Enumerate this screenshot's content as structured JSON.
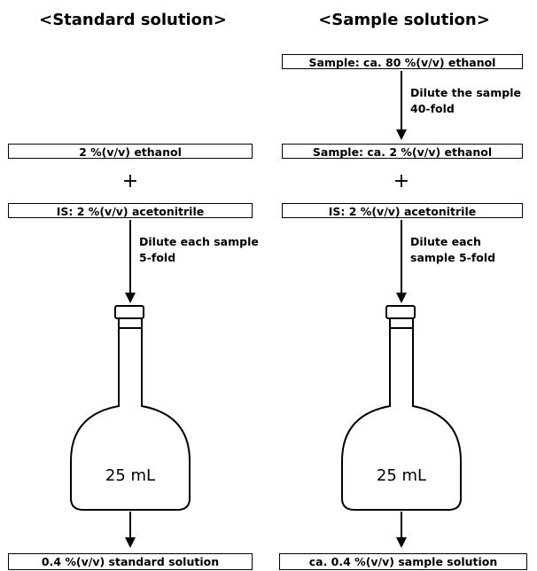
{
  "standard": {
    "title": "<Standard solution>",
    "box_ethanol": "2 %(v/v) ethanol",
    "plus": "+",
    "box_is": "IS: 2 %(v/v) acetonitrile",
    "dilute_line1": "Dilute each sample",
    "dilute_line2": "5-fold",
    "volume": "25 mL",
    "result": "0.4 %(v/v) standard solution"
  },
  "sample": {
    "title": "<Sample solution>",
    "box_sample80": "Sample: ca. 80 %(v/v) ethanol",
    "dilute40_line1": "Dilute the sample",
    "dilute40_line2": "40-fold",
    "box_sample2": "Sample: ca. 2 %(v/v) ethanol",
    "plus": "+",
    "box_is": "IS: 2 %(v/v) acetonitrile",
    "dilute_line1": "Dilute each",
    "dilute_line2": "sample 5-fold",
    "volume": "25 mL",
    "result": "ca. 0.4 %(v/v) sample solution"
  }
}
